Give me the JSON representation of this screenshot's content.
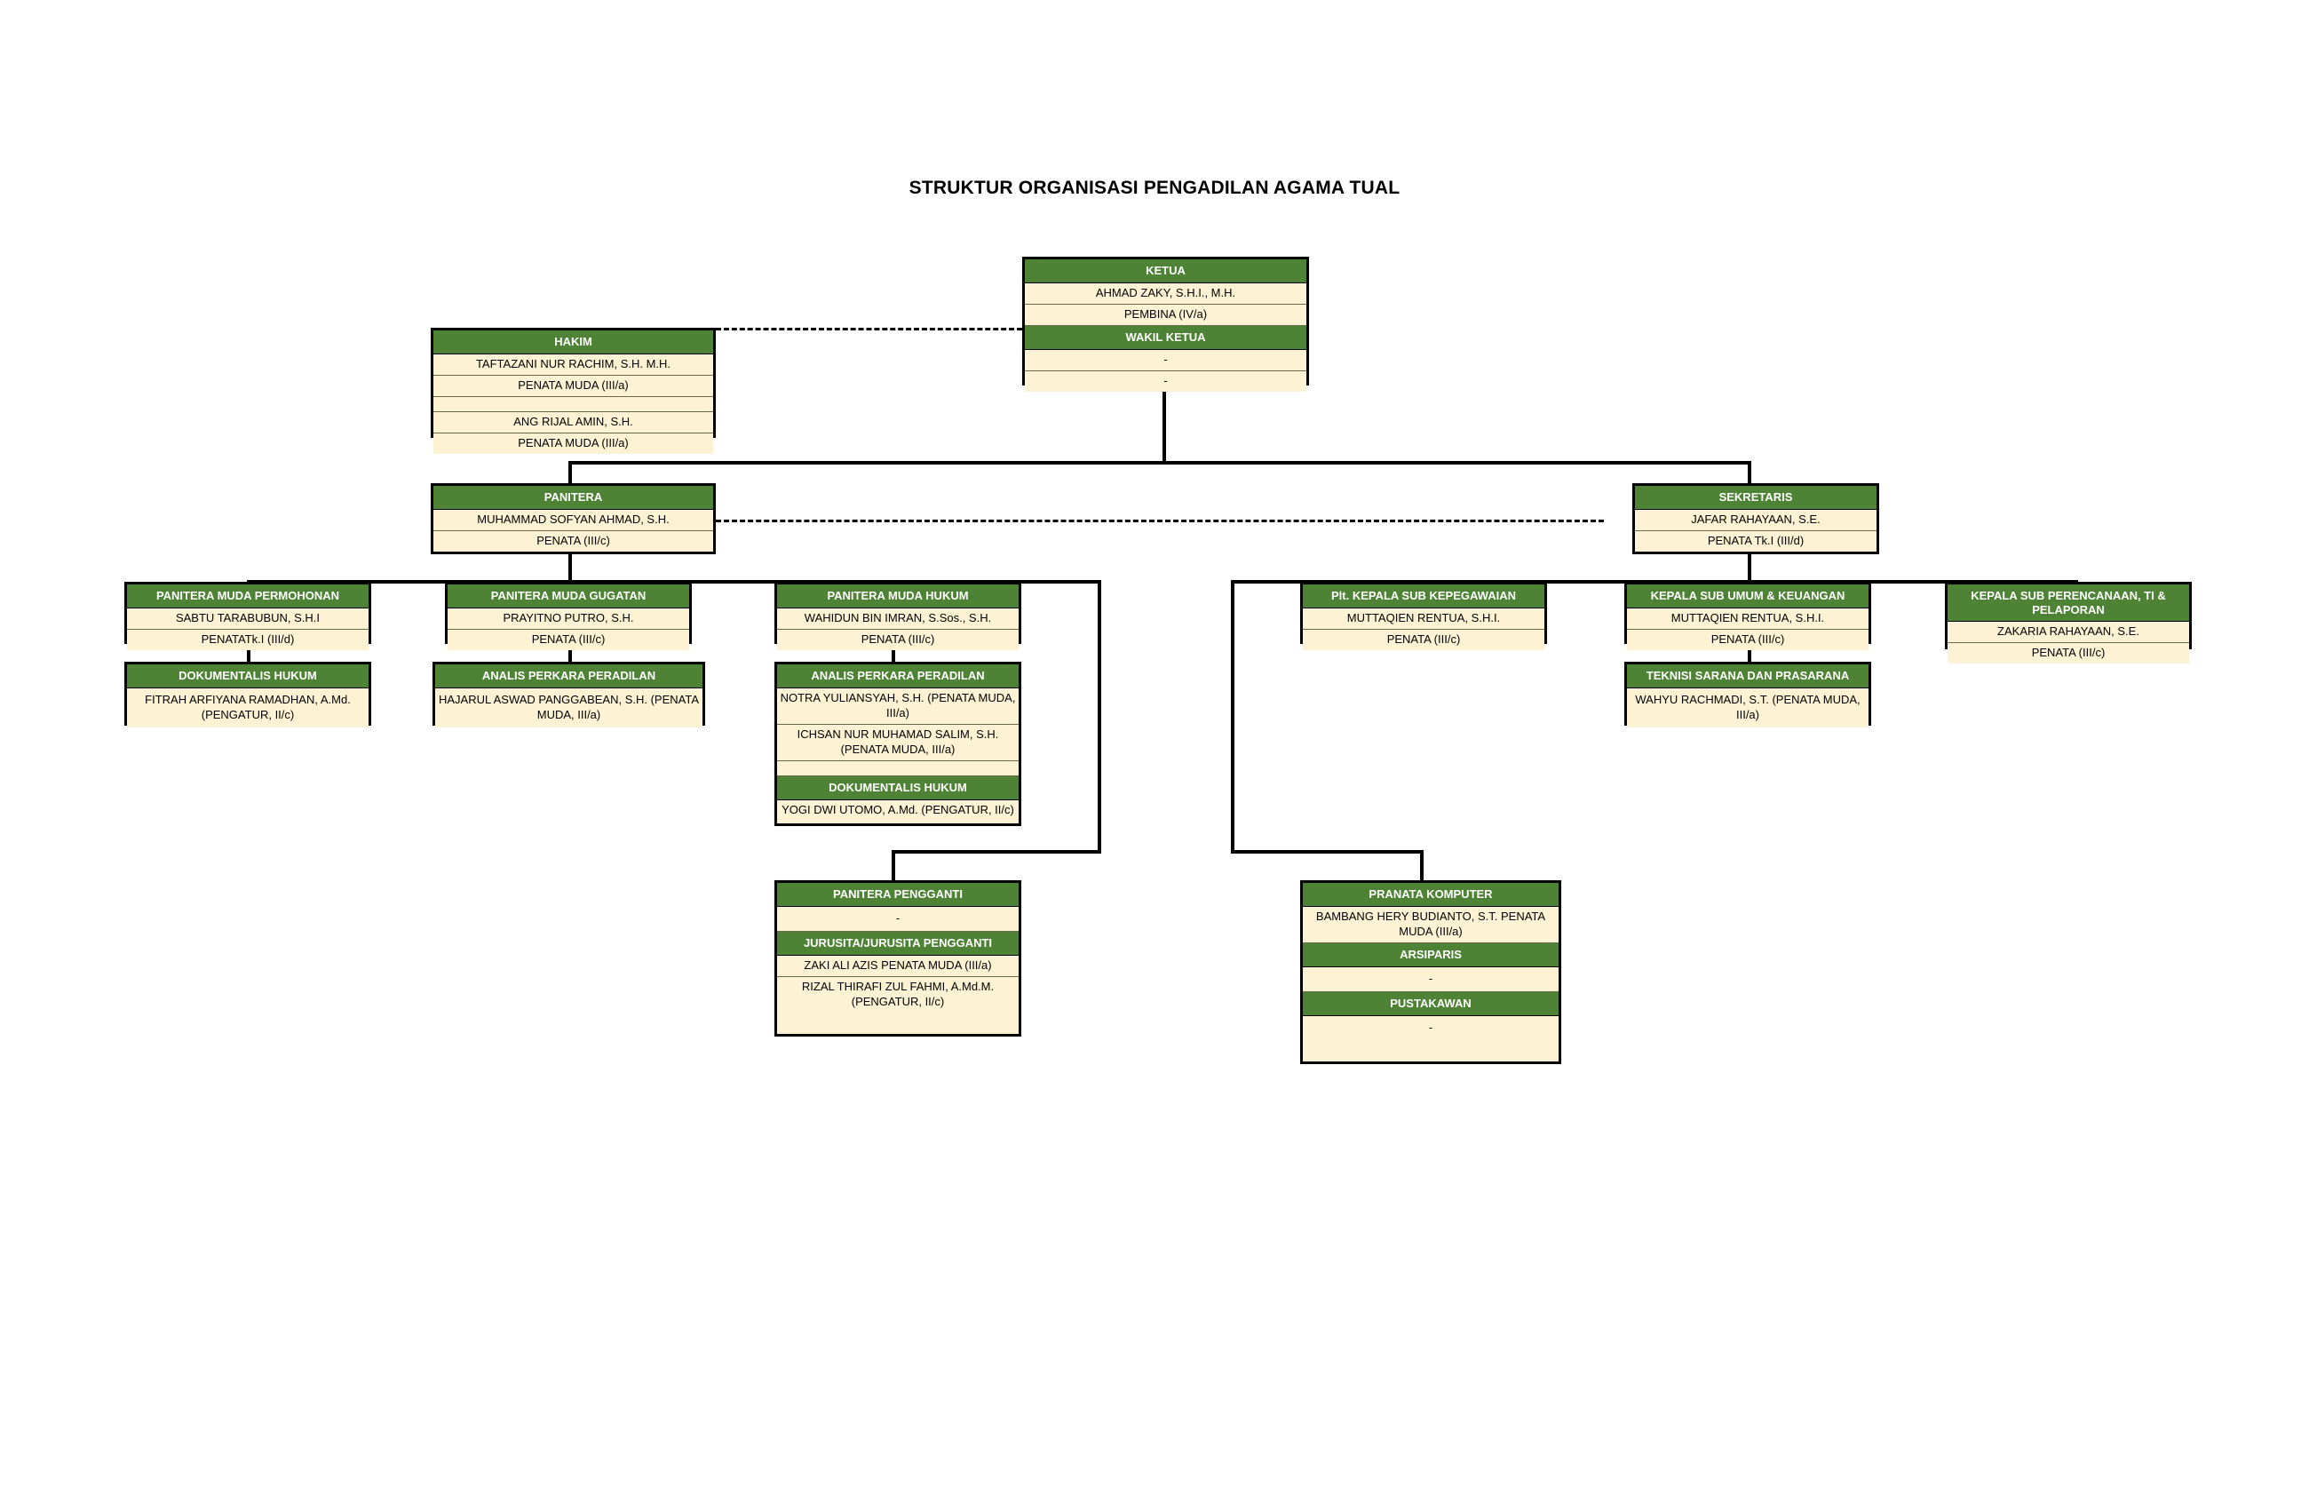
{
  "title": "STRUKTUR ORGANISASI PENGADILAN AGAMA TUAL",
  "colors": {
    "header_green": "#4e8234",
    "body_cream": "#fdf3d4",
    "border": "#000000"
  },
  "boxes": {
    "ketua": {
      "header": "KETUA",
      "name": "AHMAD ZAKY, S.H.I., M.H.",
      "rank": "PEMBINA (IV/a)",
      "sub_header": "WAKIL KETUA",
      "sub_name": "-",
      "sub_rank": "-"
    },
    "hakim": {
      "header": "HAKIM",
      "name1": "TAFTAZANI NUR RACHIM, S.H. M.H.",
      "rank1": "PENATA MUDA (III/a)",
      "name2": "ANG RIJAL AMIN, S.H.",
      "rank2": "PENATA MUDA (III/a)"
    },
    "panitera": {
      "header": "PANITERA",
      "name": "MUHAMMAD SOFYAN AHMAD, S.H.",
      "rank": "PENATA (III/c)"
    },
    "sekretaris": {
      "header": "SEKRETARIS",
      "name": "JAFAR RAHAYAAN, S.E.",
      "rank": "PENATA Tk.I (III/d)"
    },
    "panmud_permohonan": {
      "header": "PANITERA MUDA PERMOHONAN",
      "name": "SABTU TARABUBUN, S.H.I",
      "rank": "PENATATk.I (III/d)"
    },
    "dokumentalis_permohonan": {
      "header": "DOKUMENTALIS HUKUM",
      "name": "FITRAH ARFIYANA RAMADHAN, A.Md. (PENGATUR, II/c)"
    },
    "panmud_gugatan": {
      "header": "PANITERA MUDA GUGATAN",
      "name": "PRAYITNO PUTRO, S.H.",
      "rank": "PENATA (III/c)"
    },
    "analis_gugatan": {
      "header": "ANALIS PERKARA PERADILAN",
      "name": "HAJARUL ASWAD PANGGABEAN, S.H. (PENATA MUDA, III/a)"
    },
    "panmud_hukum": {
      "header": "PANITERA MUDA HUKUM",
      "name": "WAHIDUN BIN IMRAN, S.Sos., S.H.",
      "rank": "PENATA (III/c)"
    },
    "analis_hukum": {
      "header": "ANALIS PERKARA PERADILAN",
      "person1": "NOTRA YULIANSYAH, S.H. (PENATA MUDA, III/a)",
      "person2": "ICHSAN NUR MUHAMAD SALIM, S.H. (PENATA MUDA, III/a)",
      "sub_header": "DOKUMENTALIS HUKUM",
      "sub_person": "YOGI DWI UTOMO, A.Md. (PENGATUR, II/c)"
    },
    "panitera_pengganti": {
      "header": "PANITERA PENGGANTI",
      "value": "-",
      "sub_header": "JURUSITA/JURUSITA PENGGANTI",
      "person1": "ZAKI ALI AZIS PENATA MUDA (III/a)",
      "person2": "RIZAL THIRAFI ZUL FAHMI, A.Md.M. (PENGATUR, II/c)"
    },
    "kasub_kepegawaian": {
      "header": "Plt. KEPALA SUB KEPEGAWAIAN",
      "name": "MUTTAQIEN RENTUA, S.H.I.",
      "rank": "PENATA (III/c)"
    },
    "kasub_umum": {
      "header": "KEPALA SUB UMUM & KEUANGAN",
      "name": "MUTTAQIEN RENTUA, S.H.I.",
      "rank": "PENATA (III/c)"
    },
    "teknisi": {
      "header": "TEKNISI SARANA DAN PRASARANA",
      "name": "WAHYU RACHMADI, S.T. (PENATA MUDA, III/a)"
    },
    "kasub_perencanaan": {
      "header": "KEPALA SUB PERENCANAAN, TI & PELAPORAN",
      "name": "ZAKARIA RAHAYAAN, S.E.",
      "rank": "PENATA (III/c)"
    },
    "pranata_komputer": {
      "header": "PRANATA KOMPUTER",
      "name": "BAMBANG HERY BUDIANTO, S.T.     PENATA MUDA (III/a)",
      "sub_header": "ARSIPARIS",
      "sub_value": "-",
      "sub_header2": "PUSTAKAWAN",
      "sub_value2": "-"
    }
  }
}
